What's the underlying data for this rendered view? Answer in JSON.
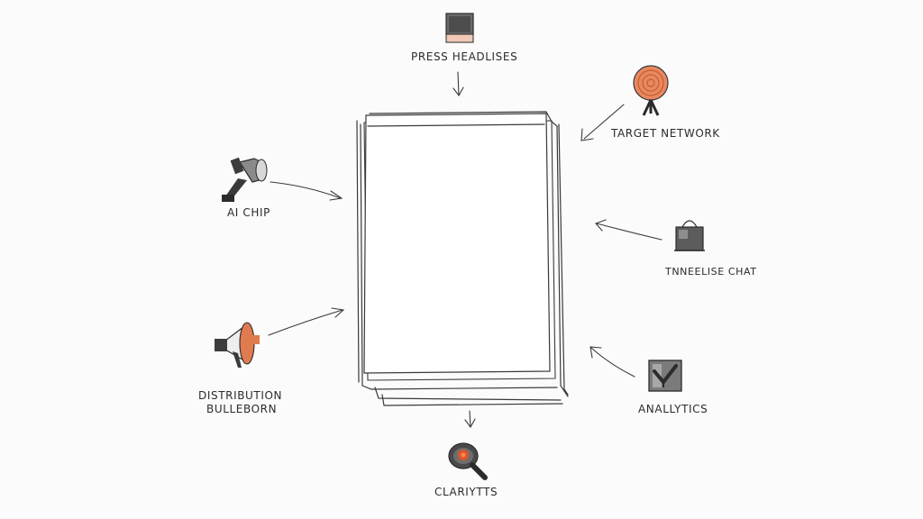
{
  "diagram": {
    "center": {
      "name": "document-stack",
      "description": "blank stacked pages"
    },
    "nodes": [
      {
        "id": "press",
        "label": "PRESS HEADLISES",
        "icon": "monitor-icon",
        "position": "top"
      },
      {
        "id": "target",
        "label": "TARGET NETWORK",
        "icon": "target-icon",
        "position": "top-right"
      },
      {
        "id": "chip",
        "label": "AI CHIP",
        "icon": "spotlight-icon",
        "position": "left-upper"
      },
      {
        "id": "chat",
        "label": "TNNEELISE CHAT",
        "icon": "bag-icon",
        "position": "right-middle"
      },
      {
        "id": "distribution",
        "label": "DISTRIBUTION",
        "label2": "BULLEBORN",
        "icon": "megaphone-icon",
        "position": "left-lower"
      },
      {
        "id": "analytics",
        "label": "ANALLYTICS",
        "icon": "checkbox-icon",
        "position": "right-lower"
      },
      {
        "id": "clarity",
        "label": "CLARIYTTS",
        "icon": "magnifier-icon",
        "position": "bottom"
      }
    ],
    "colors": {
      "ink": "#2b2b2b",
      "accent": "#e07a4f",
      "paper": "#fbfbfb",
      "gray": "#5a5a5a"
    }
  }
}
